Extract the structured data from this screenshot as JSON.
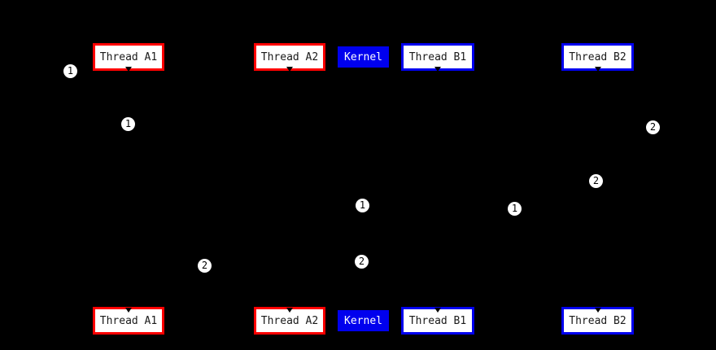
{
  "colors": {
    "background": "#000000",
    "thread_a_border": "#ff0000",
    "thread_b_border": "#0000ee",
    "kernel_bg": "#0000ee",
    "kernel_text": "#fcfcff",
    "node_bg": "#ffffff",
    "node_text": "#1a1a1a",
    "badge_bg": "#ffffff",
    "badge_text": "#000000"
  },
  "nodes": {
    "thread_a1": "Thread A1",
    "thread_a2": "Thread A2",
    "kernel": "Kernel",
    "thread_b1": "Thread B1",
    "thread_b2": "Thread B2"
  },
  "badges": [
    {
      "label": "1"
    },
    {
      "label": "1"
    },
    {
      "label": "2"
    },
    {
      "label": "2"
    },
    {
      "label": "1"
    },
    {
      "label": "1"
    },
    {
      "label": "2"
    },
    {
      "label": "2"
    }
  ]
}
